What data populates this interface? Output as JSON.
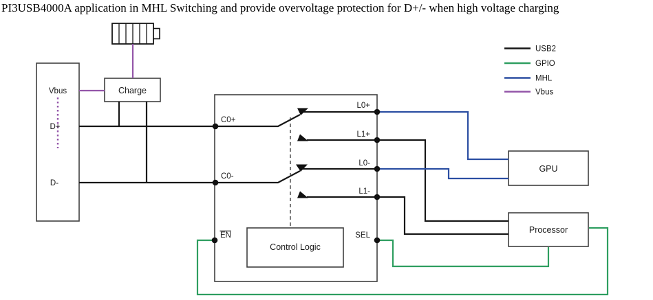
{
  "title": "PI3USB4000A application in MHL Switching and provide overvoltage protection for D+/- when high voltage charging",
  "colors": {
    "usb2": "#161616",
    "gpio": "#2e9e60",
    "mhl": "#2b4ea2",
    "vbus": "#9355a8"
  },
  "legend": {
    "items": [
      {
        "label": "USB2"
      },
      {
        "label": "GPIO"
      },
      {
        "label": "MHL"
      },
      {
        "label": "Vbus"
      }
    ]
  },
  "icons": {
    "battery": "battery-icon"
  },
  "connector": {
    "vbus_label": "Vbus",
    "dplus_label": "D+",
    "dminus_label": "D-"
  },
  "charge_block": {
    "label": "Charge"
  },
  "switch_block": {
    "c0_plus": "C0+",
    "c0_minus": "C0-",
    "l0_plus": "L0+",
    "l1_plus": "L1+",
    "l0_minus": "L0-",
    "l1_minus": "L1-",
    "en": "EN",
    "sel": "SEL",
    "control_logic": "Control Logic"
  },
  "gpu_block": {
    "label": "GPU"
  },
  "processor_block": {
    "label": "Processor"
  }
}
